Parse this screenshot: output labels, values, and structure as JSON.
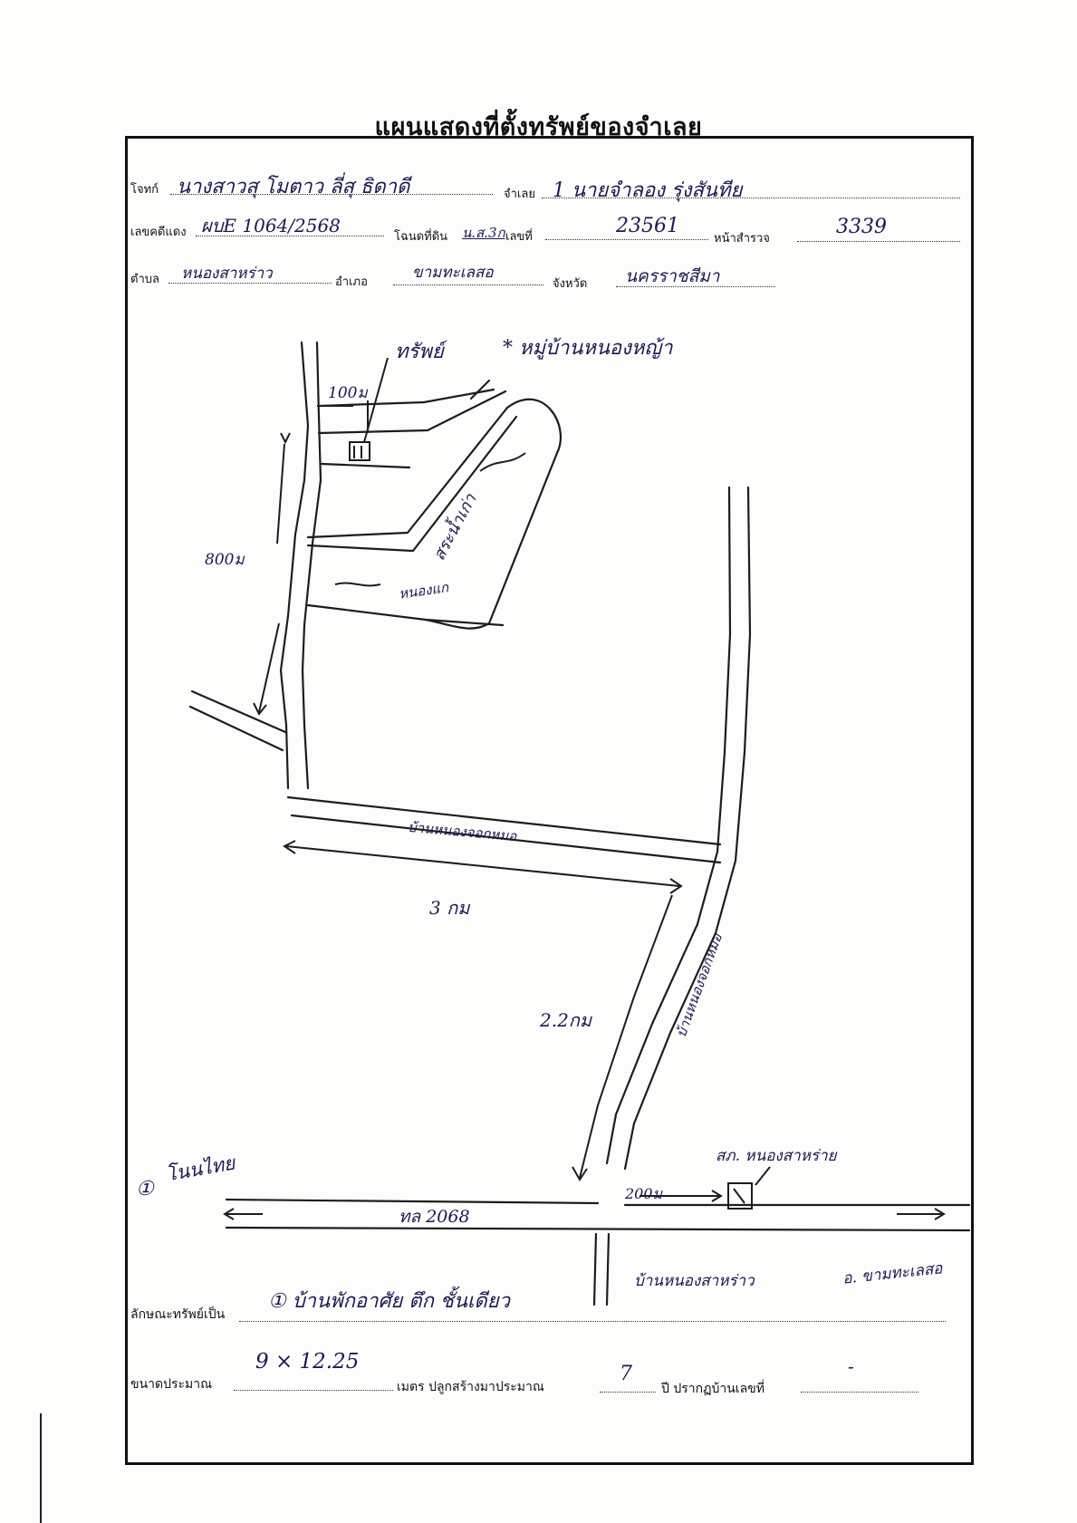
{
  "title": "แผนแสดงที่ตั้งทรัพย์ของจำเลย",
  "header": {
    "plaintiff_label": "โจทก์",
    "plaintiff_value": "นางสาวสุ โมตาว ลี่สุ ธิดาดี",
    "defendant_label": "จำเลย",
    "defendant_value": "1 นายจำลอง รุ่งสันทีย",
    "case_label": "เลขคดีแดง",
    "case_value": "ผบE 1064/2568",
    "deed_label": "โฉนดที่ดิน",
    "deed_type": "น.ส.3ก",
    "number_label": "เลขที่",
    "number_value": "23561",
    "survey_label": "หน้าสำรวจ",
    "survey_value": "3339",
    "subdistrict_label": "ตำบล",
    "subdistrict_value": "หนองสาหร่าว",
    "district_label": "อำเภอ",
    "district_value": "ขามทะเลสอ",
    "province_label": "จังหวัด",
    "province_value": "นครราชสีมา"
  },
  "map_labels": {
    "property": "ทรัพย์",
    "village": "* หมู่บ้านหนองหญ้า",
    "dist_100": "100ม",
    "dist_800": "800ม",
    "pond": "สระน้ำเก่า",
    "pond_small": "หนองแก",
    "road_north": "บ้านหนองจอกหมอ",
    "road_east": "บ้านหนองจอกหมอ",
    "dist_3km": "3 กม",
    "dist_2_2km": "2.2กม",
    "dist_200": "200ม",
    "school": "สภ. หนองสาหร่าย",
    "highway": "ทล 2068",
    "west_marker": "①",
    "west_town": "โนนไทย",
    "east_town": "อ. ขามทะเลสอ",
    "village_south": "บ้านหนองสาหร่าว"
  },
  "footer": {
    "type_label": "ลักษณะทรัพย์เป็น",
    "type_value": "① บ้านพักอาศัย ตึก ชั้นเดียว",
    "size_label": "ขนาดประมาณ",
    "size_value": "9 × 12.25",
    "meter_label": "เมตร ปลูกสร้างมาประมาณ",
    "years_value": "7",
    "year_label": "ปี ปรากฏบ้านเลขที่",
    "house_no_value": "-"
  }
}
